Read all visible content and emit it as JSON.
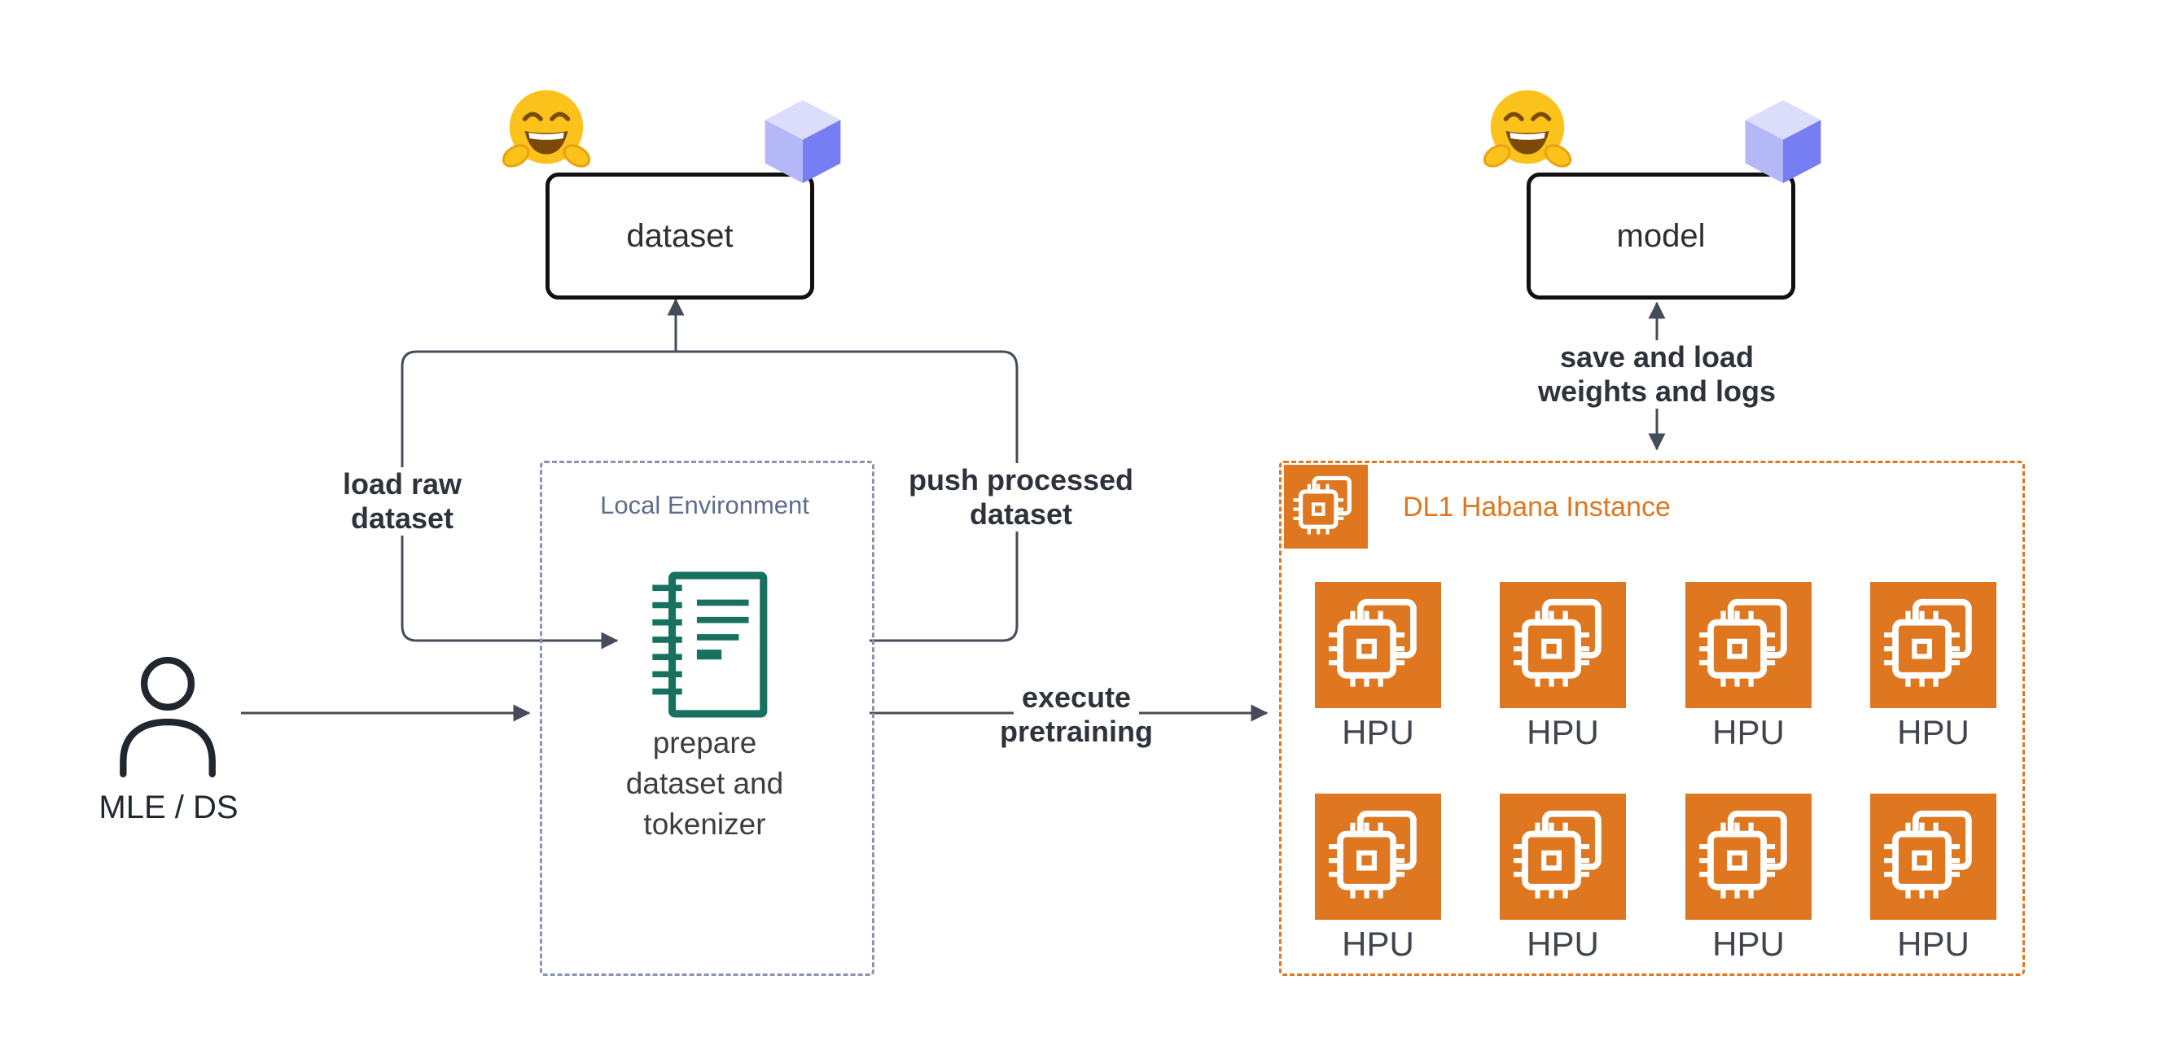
{
  "nodes": {
    "dataset": {
      "label": "dataset"
    },
    "model": {
      "label": "model"
    },
    "actor": {
      "label": "MLE / DS"
    },
    "local_env": {
      "title": "Local Environment",
      "caption": {
        "line1": "prepare",
        "line2": "dataset and",
        "line3": "tokenizer"
      }
    },
    "dl1": {
      "title": "DL1 Habana Instance",
      "hpu_label": "HPU",
      "hpu_count": 8
    }
  },
  "edges": {
    "load_raw": {
      "label": "load raw dataset"
    },
    "push_processed": {
      "line1": "push processed",
      "line2": "dataset"
    },
    "execute": {
      "line1": "execute",
      "line2": "pretraining"
    },
    "save_load": {
      "line1": "save and load",
      "line2": "weights and logs"
    }
  },
  "icons": {
    "huggingface": "huggingface-emoji-icon",
    "cube": "package-cube-icon",
    "actor": "person-icon",
    "notebook": "notebook-icon",
    "chip": "hpu-chip-icon"
  },
  "colors": {
    "orange": "#DE771F",
    "teal": "#17715E",
    "slate": "#5C6D90",
    "slate_border": "#8A94AE",
    "arrow": "#454C59",
    "ink": "#20272F",
    "cube_top": "#DBDDFB",
    "cube_left": "#B4B8F7",
    "cube_right": "#777DF2",
    "emoji_yellow": "#FCC21C"
  }
}
